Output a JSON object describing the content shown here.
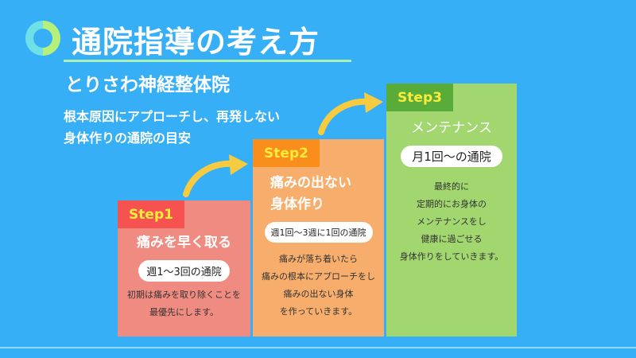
{
  "header": {
    "title": "通院指導の考え方",
    "clinic": "とりさわ神経整体院",
    "subtitle_lines": [
      "根本原因にアプローチし、再発しない",
      "身体作りの通院の目安"
    ]
  },
  "steps": [
    {
      "tab": "Step1",
      "heading_lines": [
        "痛みを早く取る"
      ],
      "frequency": "週1〜3回の通院",
      "desc_lines": [
        "初期は痛みを取り除くことを",
        "最優先にします。"
      ]
    },
    {
      "tab": "Step2",
      "heading_lines": [
        "痛みの出ない",
        "身体作り"
      ],
      "frequency": "週1回〜3週に1回の通院",
      "desc_lines": [
        "痛みが落ち着いたら",
        "痛みの根本にアプローチをし",
        "痛みの出ない身体",
        "を作っていきます。"
      ]
    },
    {
      "tab": "Step3",
      "heading_lines": [
        "メンテナンス"
      ],
      "frequency": "月1回〜の通院",
      "desc_lines": [
        "最終的に",
        "定期的にお身体の",
        "メンテナンスをし",
        "健康に過ごせる",
        "身体作りをしていきます。"
      ]
    }
  ],
  "colors": {
    "background": "#36aff6",
    "arrow": "#f7cb3f"
  }
}
